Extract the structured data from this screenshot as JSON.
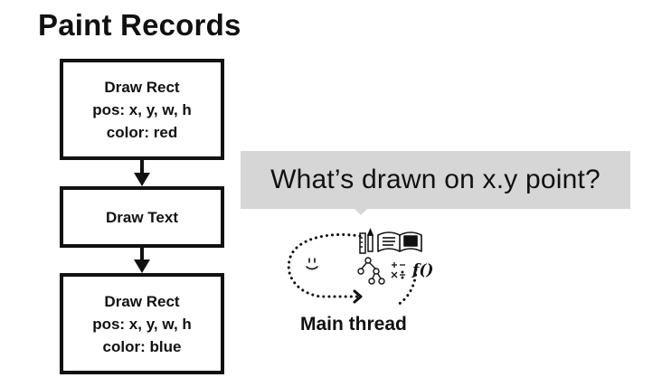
{
  "title": "Paint Records",
  "records": [
    {
      "lines": [
        "Draw Rect",
        "pos: x, y, w, h",
        "color: red"
      ]
    },
    {
      "lines": [
        "Draw Text"
      ]
    },
    {
      "lines": [
        "Draw Rect",
        "pos: x, y, w, h",
        "color: blue"
      ]
    }
  ],
  "question": "What’s drawn on x.y point?",
  "thread": {
    "label": "Main thread",
    "icons": [
      "smiley-face-icon",
      "pencil-ruler-icon",
      "open-book-icon",
      "tree-diagram-icon",
      "math-symbols-icon",
      "function-icon"
    ],
    "function_glyph": "f()",
    "math_glyph": "+- ×÷"
  }
}
